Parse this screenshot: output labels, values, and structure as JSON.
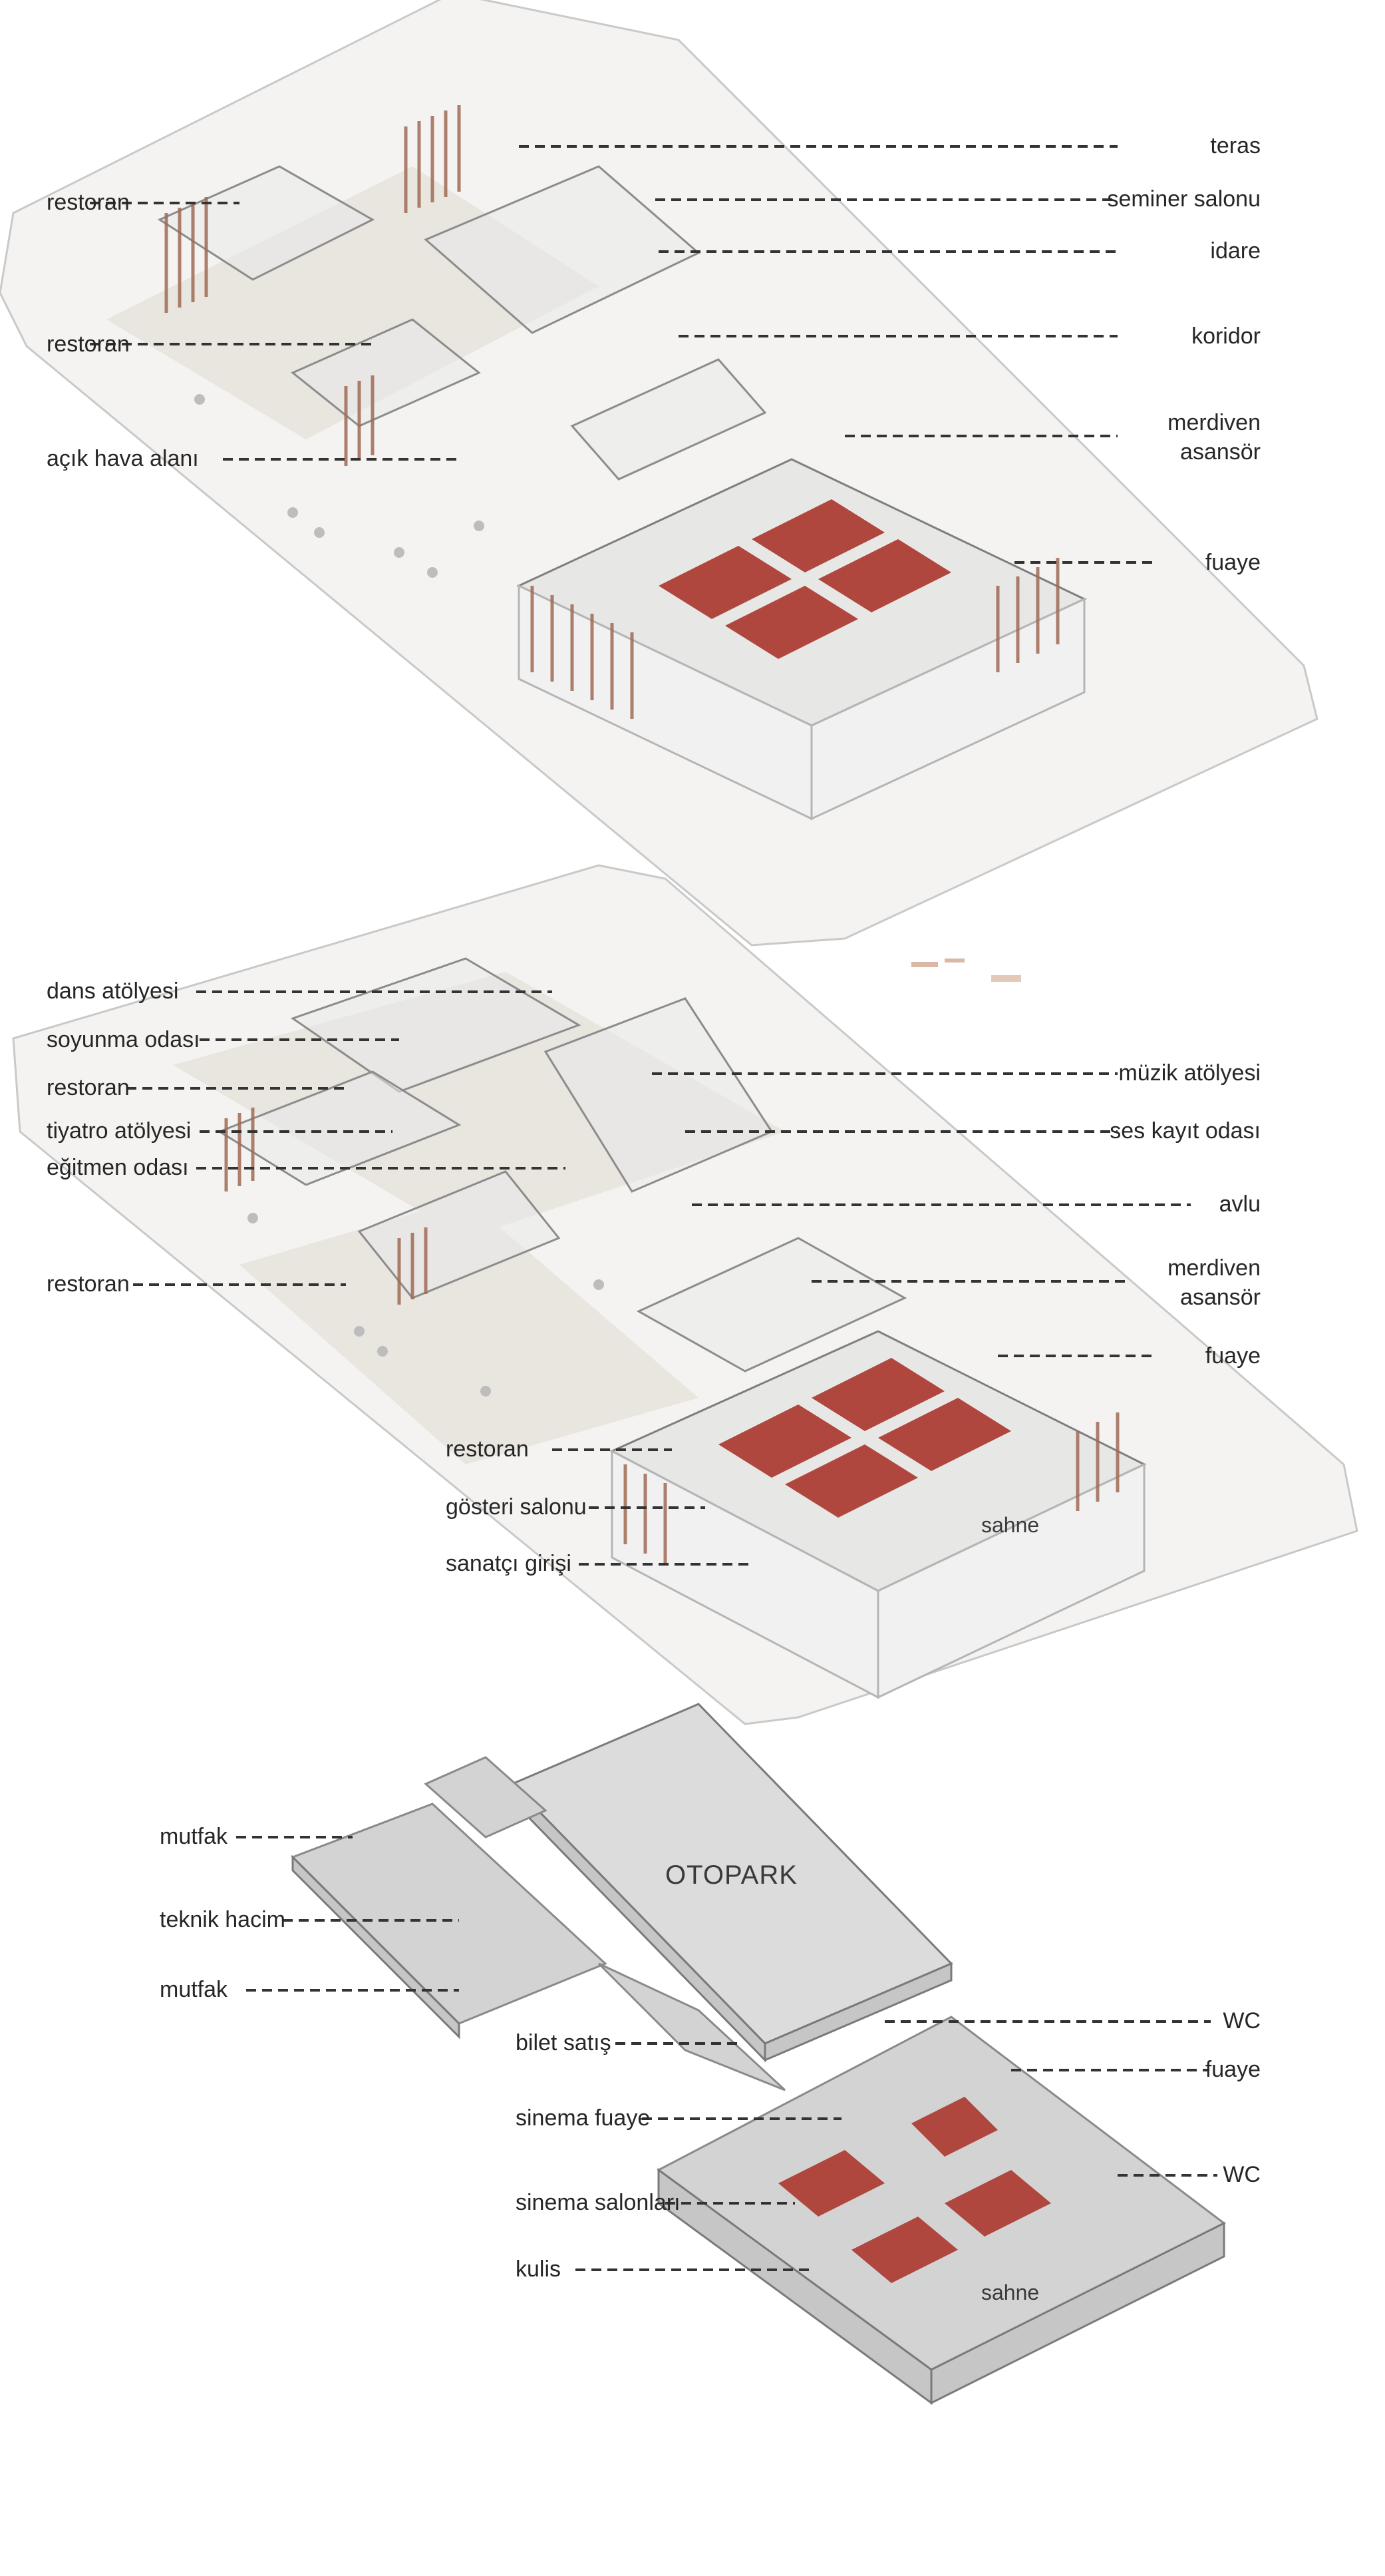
{
  "levels": {
    "upper": {
      "labels_left": [
        "restoran",
        "restoran",
        "açık hava alanı"
      ],
      "labels_right": [
        "teras",
        "seminer salonu",
        "idare",
        "koridor",
        "merdiven",
        "asansör",
        "fuaye"
      ]
    },
    "middle": {
      "labels_left": [
        "dans atölyesi",
        "soyunma odası",
        "restoran",
        "tiyatro atölyesi",
        "eğitmen odası",
        "restoran"
      ],
      "labels_right": [
        "müzik atölyesi",
        "ses kayıt odası",
        "avlu",
        "merdiven",
        "asansör",
        "fuaye"
      ],
      "labels_center_left": [
        "restoran",
        "gösteri salonu",
        "sanatçı girişi"
      ],
      "inline_label": "sahne"
    },
    "basement": {
      "labels_left": [
        "mutfak",
        "teknik hacim",
        "mutfak"
      ],
      "labels_center_left": [
        "bilet satış",
        "sinema fuaye",
        "sinema salonları",
        "kulis"
      ],
      "labels_right": [
        "WC",
        "fuaye",
        "WC"
      ],
      "big_label": "OTOPARK",
      "inline_label": "sahne"
    }
  },
  "colors": {
    "seating": "#b0473e",
    "louvers": "#a06b55",
    "leader": "#333333"
  }
}
